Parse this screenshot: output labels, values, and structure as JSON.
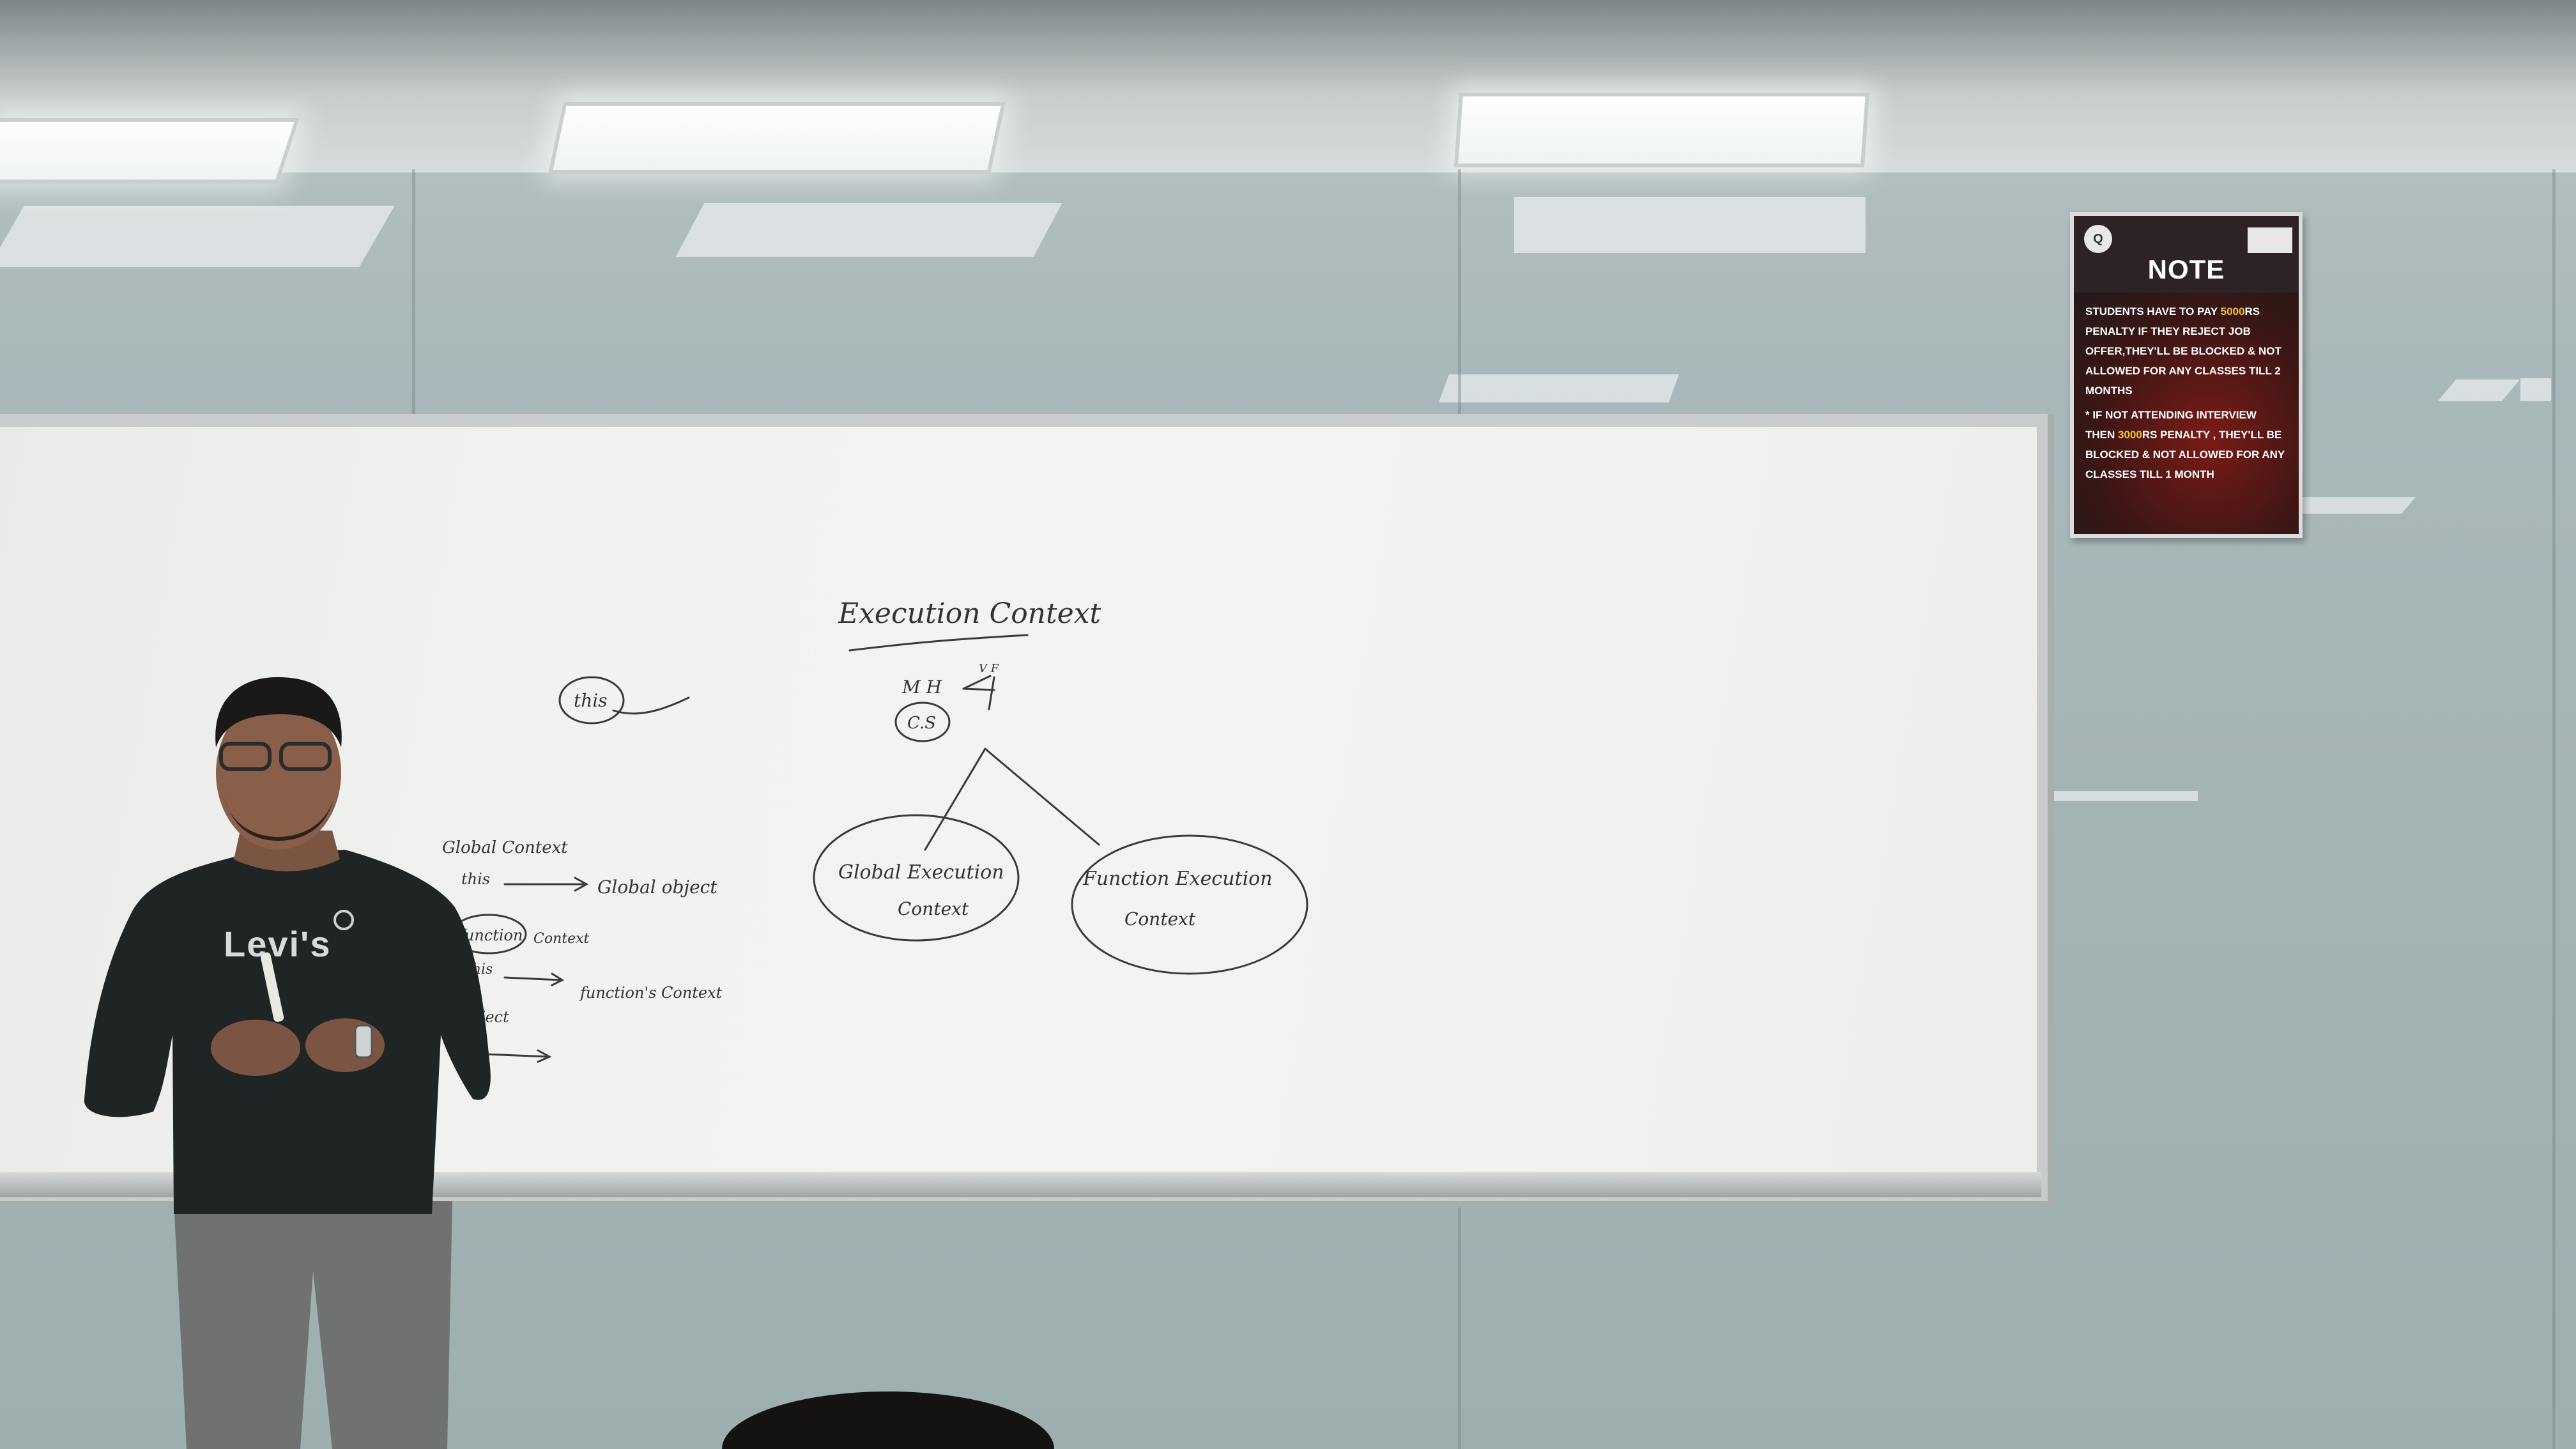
{
  "poster": {
    "logo": "Q",
    "tag": "",
    "title": "NOTE",
    "line1_pre": "STUDENTS HAVE TO PAY ",
    "line1_hl": "5000",
    "line1_post": "Rs PENALTY",
    "line1_rest": "IF THEY REJECT JOB OFFER,THEY'LL BE BLOCKED & NOT ALLOWED FOR ANY CLASSES TILL 2 MONTHS",
    "line2_pre": "* IF NOT ATTENDING INTERVIEW THEN",
    "line2_hl": "3000",
    "line2_post": "Rs PENALTY , THEY'LL BE BLOCKED & NOT ALLOWED FOR ANY CLASSES TILL 1 MONTH"
  },
  "whiteboard": {
    "heading": "Execution Context",
    "memo": "M H",
    "memo_sup": "V F",
    "cs": "C.S",
    "this_bubble": "this",
    "global_circle_l1": "Global Execution",
    "global_circle_l2": "Context",
    "function_circle_l1": "Function Execution",
    "function_circle_l2": "Context",
    "left_notes": {
      "l1": "Global Context",
      "l2a": "this",
      "l2b": "Global object",
      "l3a": "function",
      "l3b": "Context",
      "l4a": "this",
      "l4b": "function's Context",
      "l5": "ject"
    }
  },
  "shirt_logo": "Levi's",
  "colors": {
    "wall": "#a5b4b5",
    "board": "#f2f3f1",
    "poster_bg": "#231c1d",
    "poster_highlight": "#f2c230",
    "sweater": "#1f2424",
    "pants": "#6f7270"
  }
}
